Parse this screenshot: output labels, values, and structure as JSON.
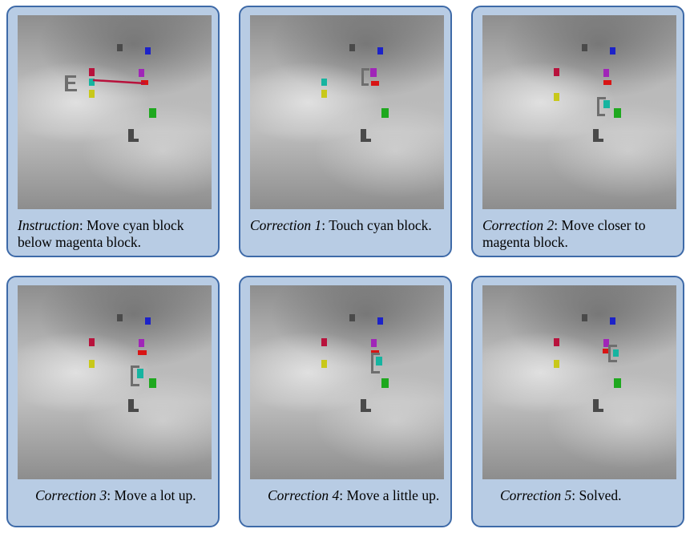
{
  "panels": [
    {
      "lead": "Instruction",
      "rest": ": Move cyan block below magenta block."
    },
    {
      "lead": "Correction 1",
      "rest": ": Touch cyan block."
    },
    {
      "lead": "Correction 2",
      "rest": ": Move closer to magenta block."
    },
    {
      "lead": "Correction 3",
      "rest": ": Move a lot up."
    },
    {
      "lead": "Correction 4",
      "rest": ": Move a little up."
    },
    {
      "lead": "Correction 5",
      "rest": ": Solved."
    }
  ],
  "colors": {
    "panel_bg": "#b8cce4",
    "panel_border": "#3e6aa8",
    "red": "#d81414",
    "crimson": "#b8123c",
    "magenta": "#a026b8",
    "blue": "#1c22c8",
    "green": "#1ea81e",
    "cyan": "#16b4a0",
    "yellow": "#c8c81a",
    "dark": "#4a4a4a",
    "gripper": "#6e6e6e"
  }
}
